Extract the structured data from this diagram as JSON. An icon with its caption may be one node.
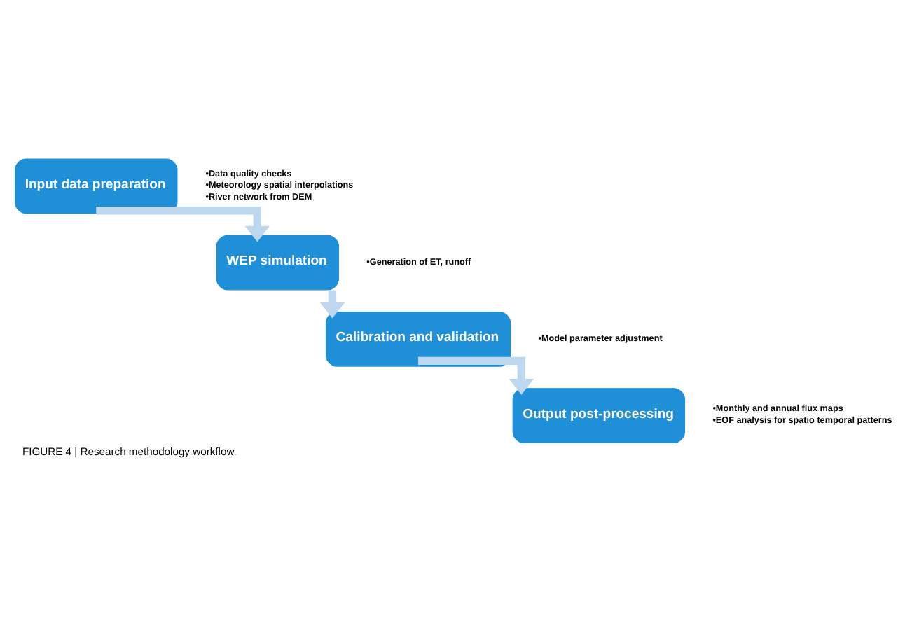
{
  "diagram": {
    "caption": "FIGURE 4 | Research methodology workflow.",
    "nodes": [
      {
        "text": [
          "Input data preparation"
        ],
        "beside": [
          "•Data quality checks",
          "•Meteorology spatial interpolations",
          "•River network from DEM"
        ]
      },
      {
        "text": [
          "WEP simulation"
        ],
        "beside": [
          "•Generation of ET, runoff"
        ]
      },
      {
        "text": [
          "Calibration and validation"
        ],
        "beside": [
          "•Model parameter adjustment"
        ]
      },
      {
        "text": [
          "Output post-processing"
        ],
        "beside": [
          "•Monthly and annual flux maps",
          "•EOF analysis for spatio temporal patterns"
        ]
      }
    ],
    "edges": [
      {
        "from": 0,
        "to": 1,
        "arrow": "to"
      },
      {
        "from": 1,
        "to": 2,
        "arrow": "to"
      },
      {
        "from": 2,
        "to": 3,
        "arrow": "to"
      }
    ]
  }
}
